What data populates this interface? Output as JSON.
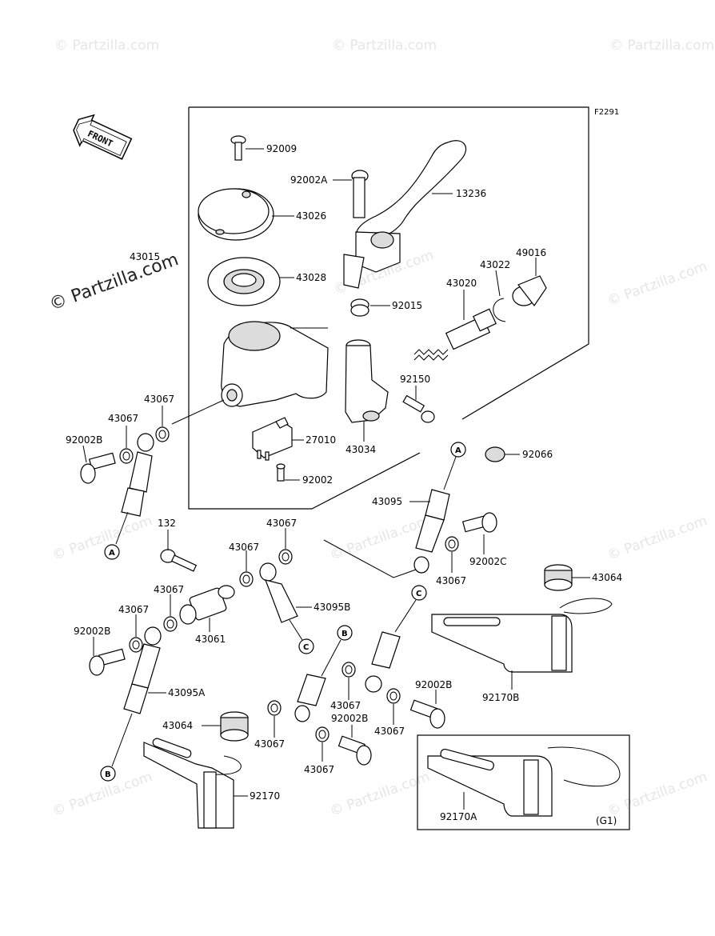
{
  "diagram_ref": "F2291",
  "front_arrow": "FRONT",
  "group_note": "(G1)",
  "watermarks": [
    "© Partzilla.com"
  ],
  "watermark_main": "© Partzilla.com",
  "watermark_main_behind": "43015",
  "callouts": {
    "A": "A",
    "B": "B",
    "C": "C"
  },
  "parts": {
    "p92009": "92009",
    "p92002A": "92002A",
    "p13236": "13236",
    "p43026": "43026",
    "p43028": "43028",
    "p49016": "49016",
    "p43022": "43022",
    "p43020": "43020",
    "p92015": "92015",
    "p43067_a": "43067",
    "p43067_b": "43067",
    "p92002B_a": "92002B",
    "p92150": "92150",
    "p27010": "27010",
    "p43034": "43034",
    "p92066": "92066",
    "p92002": "92002",
    "p43095": "43095",
    "p132": "132",
    "p43067_c": "43067",
    "p43067_d": "43067",
    "p92002C": "92002C",
    "p43067_e": "43067",
    "p43064_a": "43064",
    "p43067_f": "43067",
    "p43095B": "43095B",
    "p43067_g": "43067",
    "p92002B_b": "92002B",
    "p43061": "43061",
    "p92170B": "92170B",
    "p92002B_c": "92002B",
    "p43095A": "43095A",
    "p43067_h": "43067",
    "p92002B_d": "92002B",
    "p43067_i": "43067",
    "p43064_b": "43064",
    "p43067_j": "43067",
    "p43067_k": "43067",
    "p92170": "92170",
    "p92170A": "92170A"
  }
}
